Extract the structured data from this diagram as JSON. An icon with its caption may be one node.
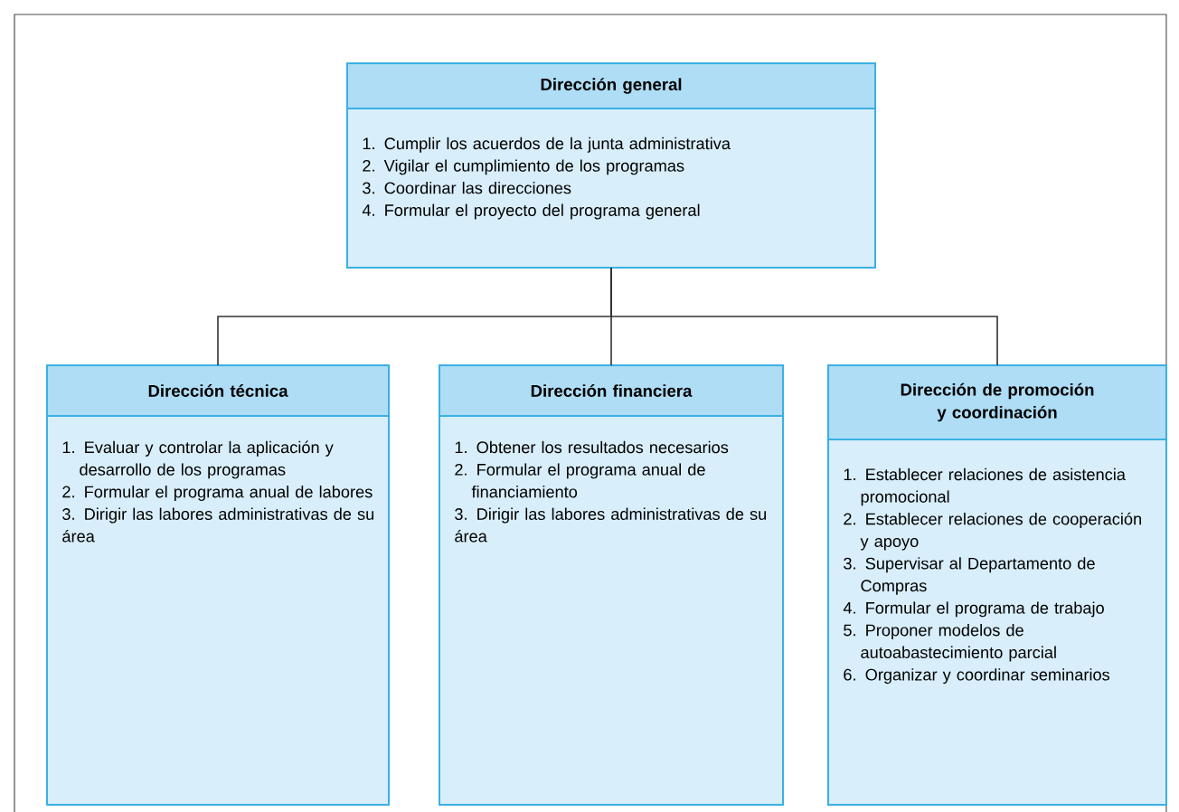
{
  "diagram": {
    "nodes": [
      {
        "text": [
          "Dirección general",
          "1. Cumplir los acuerdos de la junta administrativa",
          "2. Vigilar el cumplimiento de los programas",
          "3. Coordinar las direcciones",
          "4. Formular el proyecto del programa general"
        ]
      },
      {
        "text": [
          "Dirección técnica",
          "1. Evaluar y controlar la aplicación y desarrollo de los programas",
          "2. Formular el programa anual de labores",
          "3. Dirigir las labores administrativas de su área"
        ]
      },
      {
        "text": [
          "Dirección financiera",
          "1. Obtener los resultados necesarios",
          "2. Formular el programa anual de financiamiento",
          "3. Dirigir las labores administrativas de su área"
        ]
      },
      {
        "text": [
          "Dirección de promoción y coordinación",
          "1. Establecer relaciones de asistencia promocional",
          "2. Establecer relaciones de cooperación y apoyo",
          "3. Supervisar al Departamento de Compras",
          "4. Formular el programa de trabajo",
          "5. Proponer modelos de autoabastecimiento parcial",
          "6. Organizar y coordinar seminarios"
        ]
      }
    ],
    "edges": [
      {
        "from": 0,
        "to": 1,
        "arrow": "none"
      },
      {
        "from": 0,
        "to": 2,
        "arrow": "none"
      },
      {
        "from": 0,
        "to": 3,
        "arrow": "none"
      }
    ]
  }
}
